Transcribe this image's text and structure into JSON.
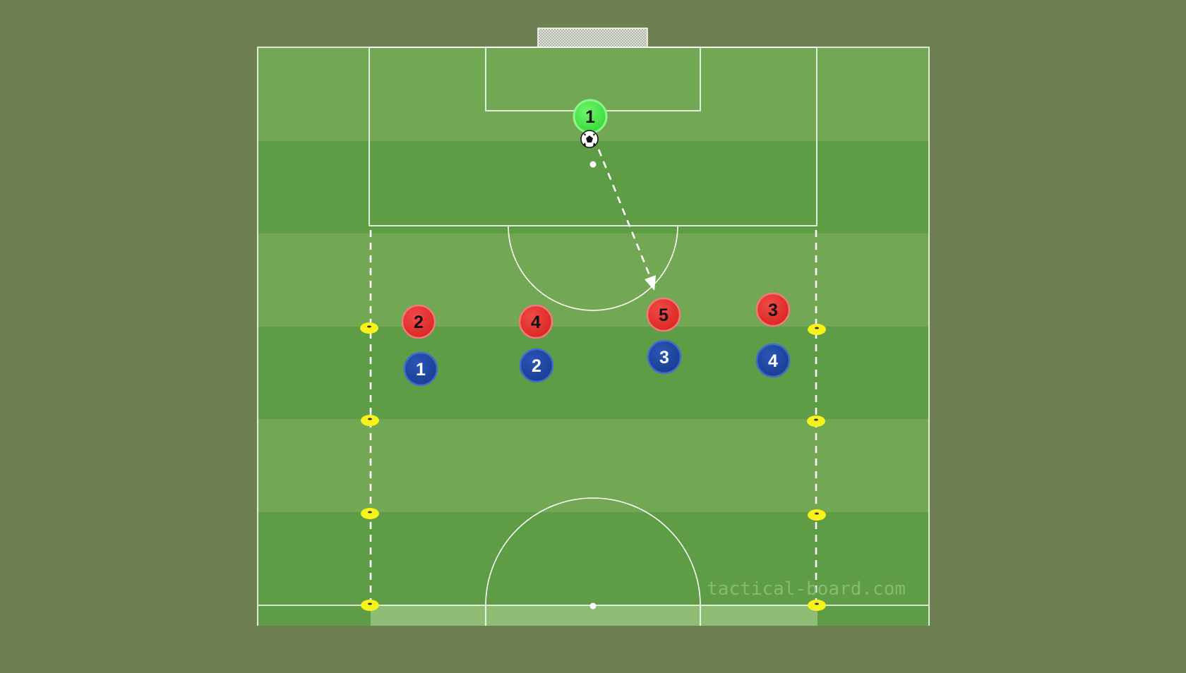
{
  "watermark": "tactical-board.com",
  "colors": {
    "background": "#6e7f52",
    "grass_light": "#72a853",
    "grass_dark": "#5e9d45",
    "lines": "#ffffff",
    "team_red": "#e3302f",
    "team_blue": "#1f47a0",
    "goalkeeper": "#4cea4c",
    "cone": "#f6f21a"
  },
  "players": {
    "goalkeeper": {
      "label": "1",
      "team": "goalkeeper"
    },
    "red": [
      {
        "label": "2"
      },
      {
        "label": "4"
      },
      {
        "label": "5"
      },
      {
        "label": "3"
      }
    ],
    "blue": [
      {
        "label": "1"
      },
      {
        "label": "2"
      },
      {
        "label": "3"
      },
      {
        "label": "4"
      }
    ]
  },
  "equipment": {
    "ball": "soccer-ball-icon",
    "cones_per_side": 4
  },
  "pass": {
    "style": "dashed-arrow",
    "from": "goalkeeper",
    "to": "red-5"
  }
}
